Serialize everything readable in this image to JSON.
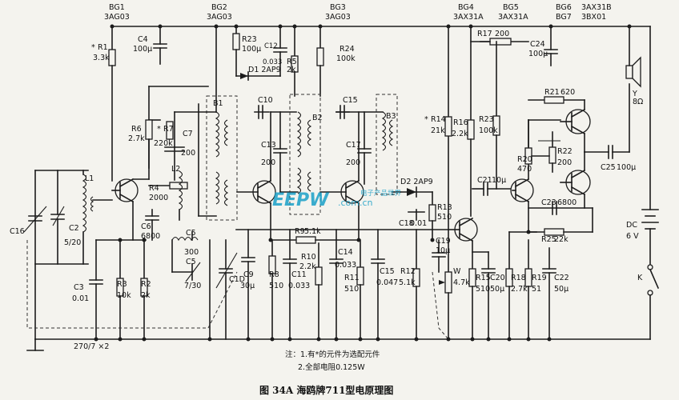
{
  "caption": "图 34A  海鸥牌711型电原理图",
  "notes": [
    "注：1.有*的元件为选配元件",
    "2.全部电阻0.125W"
  ],
  "watermark": {
    "logo": "EEPW",
    "site": ".com.cn",
    "tagline": "电子产品世界"
  },
  "transistors": [
    {
      "ref": "BG1",
      "type": "3AG03"
    },
    {
      "ref": "BG2",
      "type": "3AG03"
    },
    {
      "ref": "BG3",
      "type": "3AG03"
    },
    {
      "ref": "BG4",
      "type": "3AX31A"
    },
    {
      "ref": "BG5",
      "type": "3AX31A"
    },
    {
      "ref": "BG6",
      "type": "3AX31B"
    },
    {
      "ref": "BG7",
      "type": "3BX01"
    }
  ],
  "labels": {
    "R1": "R1",
    "R1v": "3.3k",
    "R1star": "*",
    "C4": "C4",
    "C4v": "100μ",
    "R23": "R23",
    "R23v": "100μ",
    "D1": "D1 2AP9",
    "C12": "C12",
    "C12v": "0.033",
    "R5": "R5",
    "R5v": "2k",
    "R24": "R24",
    "R24v": "100k",
    "R17": "R17",
    "R17v": "200",
    "C24": "C24",
    "C24v": "100μ",
    "SP": "Y",
    "SPv": "8Ω",
    "B1": "B1",
    "B2": "B2",
    "B3": "B3",
    "C10": "C10",
    "C15": "C15",
    "R6": "R6",
    "R6v": "2.7k",
    "R7": "R7",
    "R7v": "220k",
    "R7star": "*",
    "C7": "C7",
    "C7v": "200",
    "C13": "C13",
    "C13v": "200",
    "C17": "C17",
    "C17v": "200",
    "R14": "R14",
    "R14v": "21k",
    "R14star": "*",
    "R16": "R16",
    "R16v": "2.2k",
    "R23b": "R23",
    "R23bv": "100k",
    "R21": "R21",
    "R21v": "620",
    "R20": "R20",
    "R20v": "470",
    "R22": "R22",
    "R22v": "200",
    "C25": "C25",
    "C25v": "100μ",
    "L1": "L1",
    "L2": "L2",
    "R4": "R4",
    "R4v": "2000",
    "C6": "C6",
    "C6v": "6800",
    "C2": "C2",
    "C2v": "5/20",
    "C16": "C16",
    "D2": "D2 2AP9",
    "R13": "R13",
    "R13v": "510",
    "C18": "C18",
    "C18v": "0.01",
    "R9": "R9",
    "R9v": "5.1k",
    "C21": "C21",
    "C21v": "10μ",
    "C23": "C23",
    "C23v": "6800",
    "R25": "R25",
    "R25v": "22k",
    "C5": "C5",
    "C5v": "300",
    "C5b": "C5",
    "C5bv": "7/30",
    "C19": "C19",
    "C19v": "10μ",
    "DC": "DC",
    "DCv": "6 V",
    "C3": "C3",
    "C3v": "0.01",
    "R3": "R3",
    "R3v": "10k",
    "R2": "R2",
    "R2v": "2k",
    "C9": "C9",
    "C9v": "30μ",
    "R8": "R8",
    "R8v": "510",
    "C11": "C11",
    "C11v": "0.033",
    "R10": "R10",
    "R10v": "2.2k",
    "C14": "C14",
    "C14v": "0.033",
    "R11": "R11",
    "R11v": "510",
    "C15b": "C15",
    "C15bv": "0.047",
    "R12": "R12",
    "R12v": "5.1k",
    "W": "W",
    "Wv": "4.7k",
    "R15": "R15",
    "R15v": "510",
    "C20": "C20",
    "C20v": "50μ",
    "R18": "R18",
    "R18v": "2.7k",
    "R19": "R19",
    "R19v": "51",
    "C22": "C22",
    "C22v": "50μ",
    "K": "K",
    "gang": "270/7 ×2",
    "C1D": "C1D"
  }
}
